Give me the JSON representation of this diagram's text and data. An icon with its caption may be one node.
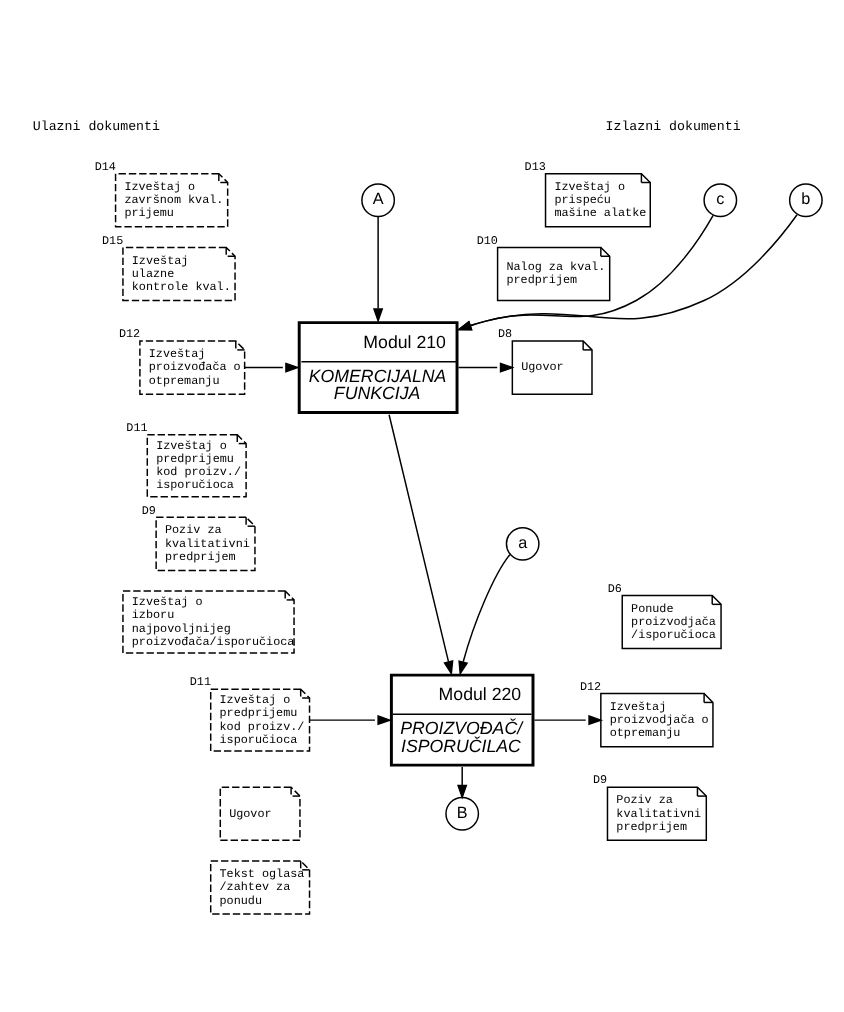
{
  "diagram": {
    "nodes": [
      {
        "text": [
          "A"
        ]
      },
      {
        "text": [
          "c"
        ]
      },
      {
        "text": [
          "b"
        ]
      },
      {
        "text": [
          "Modul 210",
          "KOMERCIJALNA FUNKCIJA"
        ]
      },
      {
        "text": [
          "Izveštaj o završnom kval. prijemu"
        ],
        "beside": [
          "D14"
        ]
      },
      {
        "text": [
          "Izveštaj ulazne kontrole kval."
        ],
        "beside": [
          "D15"
        ]
      },
      {
        "text": [
          "Izveštaj proizvođača o otpremanju"
        ],
        "beside": [
          "D12"
        ]
      },
      {
        "text": [
          "Izveštaj o predprijemu kod proizv./ isporučioca"
        ],
        "beside": [
          "D11"
        ]
      },
      {
        "text": [
          "Poziv za kvalitativni predprijem"
        ],
        "beside": [
          "D9"
        ]
      },
      {
        "text": [
          "Izveštaj o izboru najpovoljnijeg proizvođača/isporučioca"
        ]
      },
      {
        "text": [
          "Izveštaj o prispeću mašine alatke"
        ],
        "beside": [
          "D13"
        ]
      },
      {
        "text": [
          "Nalog za kval. predprijem"
        ],
        "beside": [
          "D10"
        ]
      },
      {
        "text": [
          "Ugovor"
        ],
        "beside": [
          "D8"
        ]
      },
      {
        "text": [
          "a"
        ]
      },
      {
        "text": [
          "Modul 220",
          "PROIZVOĐAČ/ ISPORUČILAC"
        ]
      },
      {
        "text": [
          "Izveštaj o predprijemu kod proizv./ isporučioca"
        ],
        "beside": [
          "D11"
        ]
      },
      {
        "text": [
          "Ugovor"
        ]
      },
      {
        "text": [
          "Tekst oglasa /zahtev za ponudu"
        ]
      },
      {
        "text": [
          "Ponude proizvodjača /isporučioca"
        ],
        "beside": [
          "D6"
        ]
      },
      {
        "text": [
          "Izveštaj proizvodjača o otpremanju"
        ],
        "beside": [
          "D12"
        ]
      },
      {
        "text": [
          "Poziv za kvalitativni predprijem"
        ],
        "beside": [
          "D9"
        ]
      },
      {
        "text": [
          "B"
        ]
      }
    ],
    "edges": [
      {
        "from": 0,
        "to": 3,
        "arrow": "to"
      },
      {
        "from": 1,
        "to": 3,
        "arrow": "to"
      },
      {
        "from": 2,
        "to": 3,
        "arrow": "to"
      },
      {
        "from": 6,
        "to": 3,
        "arrow": "to"
      },
      {
        "from": 3,
        "to": 12,
        "arrow": "to"
      },
      {
        "from": 3,
        "to": 14,
        "arrow": "to"
      },
      {
        "from": 13,
        "to": 14,
        "arrow": "to"
      },
      {
        "from": 15,
        "to": 14,
        "arrow": "to"
      },
      {
        "from": 14,
        "to": 19,
        "arrow": "to"
      },
      {
        "from": 14,
        "to": 21,
        "arrow": "to"
      }
    ],
    "labels": [
      "Ulazni dokumenti",
      "Izlazni dokumenti"
    ]
  }
}
